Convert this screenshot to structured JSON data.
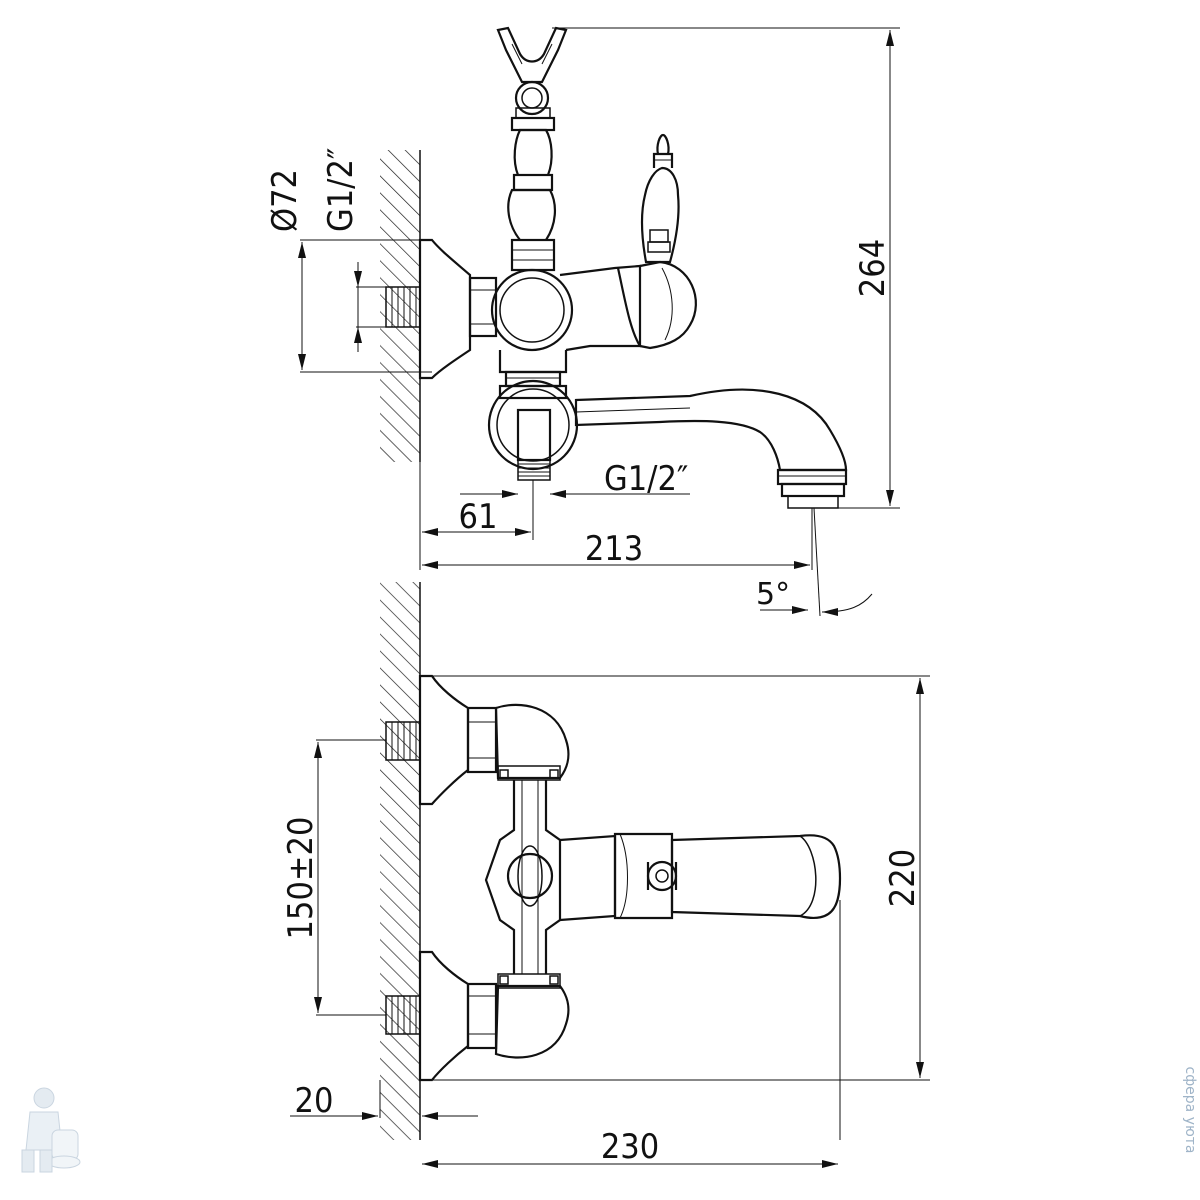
{
  "drawing": {
    "top_view": {
      "dimensions": {
        "diameter": "Ø72",
        "inlet_thread": "G1/2″",
        "outlet_thread": "G1/2″",
        "offset": "61",
        "length": "213",
        "height": "264",
        "angle": "5°"
      }
    },
    "front_view": {
      "dimensions": {
        "center_distance": "150±20",
        "height": "220",
        "wall_offset": "20",
        "length": "230"
      }
    }
  },
  "watermark": {
    "text": "сфера уюта",
    "icon": "plumber-mascot-icon"
  }
}
